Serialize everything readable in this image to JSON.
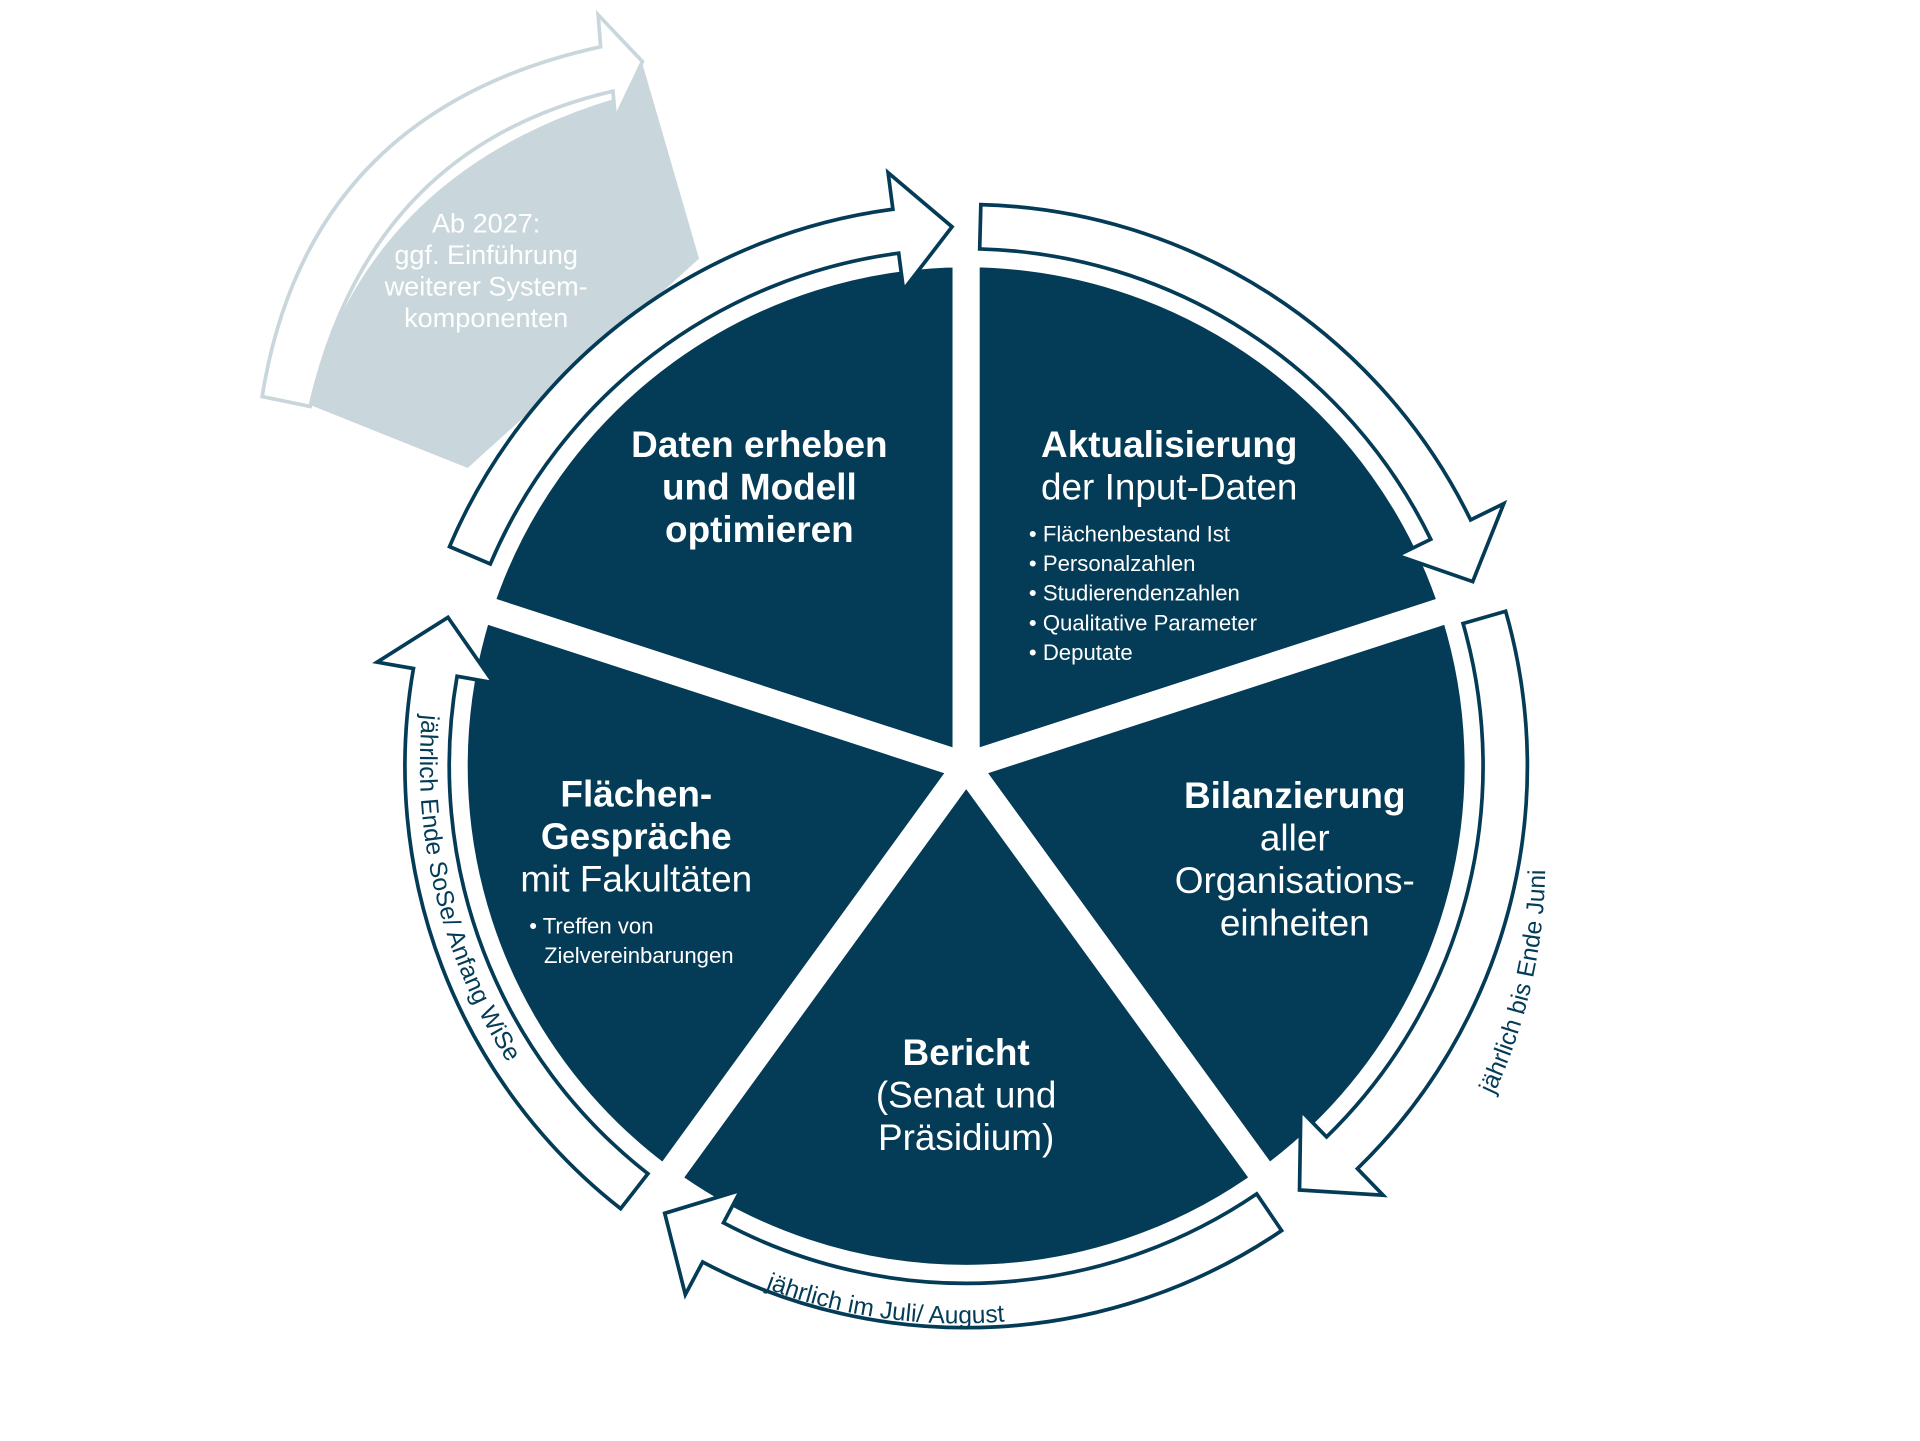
{
  "colors": {
    "segment": "#043c57",
    "future": "#c9d7dc",
    "arrow_fill": "#ffffff",
    "arrow_outline": "#043c57"
  },
  "future": {
    "lines": [
      "Ab 2027:",
      "ggf. Einführung",
      "weiterer System-",
      "komponenten"
    ]
  },
  "segments": [
    {
      "title_bold": [
        "Daten erheben",
        "und Modell",
        "optimieren"
      ],
      "title_regular": [],
      "bullets": []
    },
    {
      "title_bold": [
        "Aktualisierung"
      ],
      "title_regular": [
        "der Input-Daten"
      ],
      "bullets": [
        "• Flächenbestand Ist",
        "• Personalzahlen",
        "• Studierendenzahlen",
        "• Qualitative Parameter",
        "• Deputate"
      ]
    },
    {
      "title_bold": [
        "Bilanzierung"
      ],
      "title_regular": [
        "aller",
        "Organisations-",
        "einheiten"
      ],
      "bullets": []
    },
    {
      "title_bold": [
        "Bericht"
      ],
      "title_regular": [
        "(Senat und",
        "Präsidium)"
      ],
      "bullets": []
    },
    {
      "title_bold": [
        "Flächen-",
        "Gespräche"
      ],
      "title_regular": [
        "mit Fakultäten"
      ],
      "bullets": [
        "• Treffen von",
        "Zielvereinbarungen"
      ]
    }
  ],
  "timings": {
    "right": "jährlich bis Ende Juni",
    "bottom": "jährlich im Juli/ August",
    "left": "jährlich Ende SoSe/ Anfang WiSe"
  }
}
